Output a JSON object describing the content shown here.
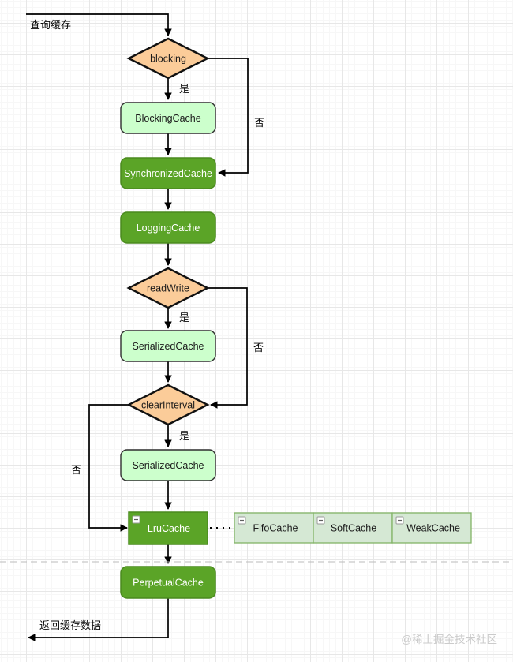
{
  "diagram": {
    "nodes": {
      "blocking": {
        "label": "blocking",
        "shape": "diamond"
      },
      "blocking_cache": {
        "label": "BlockingCache",
        "shape": "rounded-light"
      },
      "synchronized_cache": {
        "label": "SynchronizedCache",
        "shape": "rounded-dark"
      },
      "logging_cache": {
        "label": "LoggingCache",
        "shape": "rounded-dark"
      },
      "read_write": {
        "label": "readWrite",
        "shape": "diamond"
      },
      "serialized_cache_1": {
        "label": "SerializedCache",
        "shape": "rounded-light"
      },
      "clear_interval": {
        "label": "clearInterval",
        "shape": "diamond"
      },
      "serialized_cache_2": {
        "label": "SerializedCache",
        "shape": "rounded-light"
      },
      "lru_cache": {
        "label": "LruCache",
        "shape": "rect-dark",
        "collapsible": true
      },
      "fifo_cache": {
        "label": "FifoCache",
        "shape": "rect-pale",
        "collapsible": true
      },
      "soft_cache": {
        "label": "SoftCache",
        "shape": "rect-pale",
        "collapsible": true
      },
      "weak_cache": {
        "label": "WeakCache",
        "shape": "rect-pale",
        "collapsible": true
      },
      "perpetual_cache": {
        "label": "PerpetualCache",
        "shape": "rounded-dark"
      }
    },
    "edges": [
      {
        "id": "start",
        "label": "查询缓存"
      },
      {
        "id": "blocking-yes",
        "label": "是"
      },
      {
        "id": "blocking-no",
        "label": "否"
      },
      {
        "id": "readwrite-yes",
        "label": "是"
      },
      {
        "id": "readwrite-no",
        "label": "否"
      },
      {
        "id": "clearinterval-yes",
        "label": "是"
      },
      {
        "id": "clearinterval-no",
        "label": "否"
      },
      {
        "id": "end",
        "label": "返回缓存数据"
      }
    ],
    "watermark": "@稀土掘金技术社区",
    "colors": {
      "decision_fill": "#FBCC99",
      "decision_stroke": "#111111",
      "light_fill": "#CCFFCC",
      "light_stroke": "#2F2F2F",
      "dark_fill": "#5BA427",
      "dark_stroke": "#4A8A1E",
      "pale_fill": "#D5E8D4",
      "pale_stroke": "#82B366",
      "edge_stroke": "#000000",
      "grid_line": "#E7E7E7",
      "page_break": "#BBBBBB",
      "watermark_text": "#CBCBCB"
    }
  }
}
